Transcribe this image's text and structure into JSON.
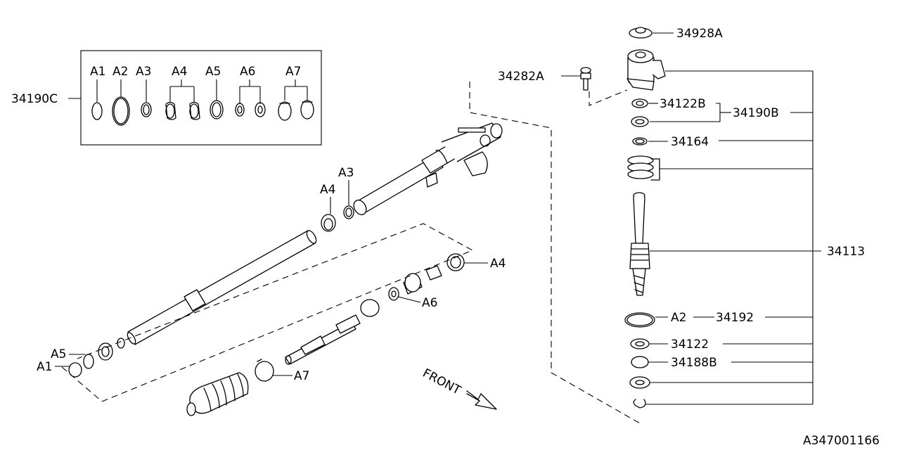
{
  "kit": {
    "number": "34190C",
    "items": [
      "A1",
      "A2",
      "A3",
      "A4",
      "A5",
      "A6",
      "A7"
    ]
  },
  "rack_labels": {
    "a3": "A3",
    "a4_upper": "A4",
    "a4_right": "A4",
    "a6": "A6",
    "a5": "A5",
    "a1": "A1",
    "a7": "A7"
  },
  "pinion_labels": {
    "cap": "34928A",
    "bolt": "34282A",
    "seal_upper": "34122B",
    "seal_group": "34190B",
    "ring_34164": "34164",
    "pinion_shaft": "34113",
    "oring_a2": "A2",
    "oring_34192": "34192",
    "seal_lower": "34122",
    "ring_34188b": "34188B"
  },
  "front_label": "FRONT",
  "diagram_id": "A347001166"
}
